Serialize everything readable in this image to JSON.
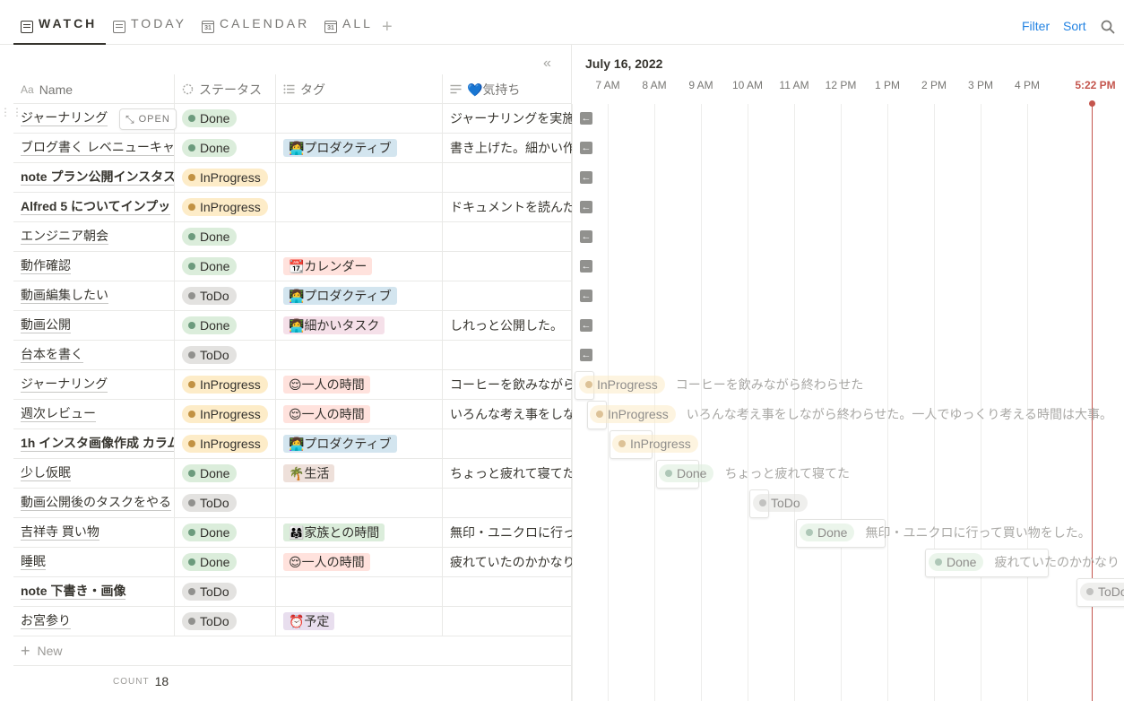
{
  "views": [
    {
      "label": "WATCH",
      "icon": "doc-icon",
      "active": true
    },
    {
      "label": "TODAY",
      "icon": "doc-icon",
      "active": false
    },
    {
      "label": "CALENDAR",
      "icon": "calendar-icon",
      "active": false
    },
    {
      "label": "ALL",
      "icon": "calendar-icon",
      "active": false
    }
  ],
  "calendar_icon_text": "31",
  "toolbar": {
    "add_view": "+",
    "filter": "Filter",
    "sort": "Sort"
  },
  "table": {
    "columns": [
      {
        "label": "Name",
        "icon": "Aa"
      },
      {
        "label": "ステータス",
        "icon": "status-icon"
      },
      {
        "label": "タグ",
        "icon": "list-icon"
      },
      {
        "label": "💙気持ち",
        "icon": "text-icon"
      }
    ],
    "open_label": "OPEN",
    "rows": [
      {
        "name": "ジャーナリング",
        "bold": false,
        "status": "Done",
        "tag": "",
        "tag_color": "",
        "feel": "ジャーナリングを実施"
      },
      {
        "name": "ブログ書く レベニューキャ",
        "bold": false,
        "status": "Done",
        "tag": "👩‍💻プロダクティブ",
        "tag_color": "blue",
        "feel": "書き上げた。細かい作"
      },
      {
        "name": "note プラン公開インスタス",
        "bold": true,
        "status": "InProgress",
        "tag": "",
        "tag_color": "",
        "feel": ""
      },
      {
        "name": "Alfred 5 についてインプッ",
        "bold": true,
        "status": "InProgress",
        "tag": "",
        "tag_color": "",
        "feel": "ドキュメントを読んだ"
      },
      {
        "name": "エンジニア朝会",
        "bold": false,
        "status": "Done",
        "tag": "",
        "tag_color": "",
        "feel": ""
      },
      {
        "name": "動作確認",
        "bold": false,
        "status": "Done",
        "tag": "📆カレンダー",
        "tag_color": "red",
        "feel": ""
      },
      {
        "name": "動画編集したい",
        "bold": false,
        "status": "ToDo",
        "tag": "👩‍💻プロダクティブ",
        "tag_color": "blue",
        "feel": ""
      },
      {
        "name": "動画公開",
        "bold": false,
        "status": "Done",
        "tag": "👩‍💻細かいタスク",
        "tag_color": "pink",
        "feel": "しれっと公開した。"
      },
      {
        "name": "台本を書く",
        "bold": false,
        "status": "ToDo",
        "tag": "",
        "tag_color": "",
        "feel": ""
      },
      {
        "name": "ジャーナリング",
        "bold": false,
        "status": "InProgress",
        "tag": "😌一人の時間",
        "tag_color": "red",
        "feel": "コーヒーを飲みながら"
      },
      {
        "name": "週次レビュー",
        "bold": false,
        "status": "InProgress",
        "tag": "😌一人の時間",
        "tag_color": "red",
        "feel": "いろんな考え事をしな"
      },
      {
        "name": "1h インスタ画像作成 カラム",
        "bold": true,
        "status": "InProgress",
        "tag": "👩‍💻プロダクティブ",
        "tag_color": "blue",
        "feel": ""
      },
      {
        "name": "少し仮眠",
        "bold": false,
        "status": "Done",
        "tag": "🌴生活",
        "tag_color": "brown",
        "feel": "ちょっと疲れて寝てた"
      },
      {
        "name": "動画公開後のタスクをやる",
        "bold": false,
        "status": "ToDo",
        "tag": "",
        "tag_color": "",
        "feel": ""
      },
      {
        "name": "吉祥寺 買い物",
        "bold": false,
        "status": "Done",
        "tag": "👨‍👩‍👧家族との時間",
        "tag_color": "green",
        "feel": "無印・ユニクロに行っ"
      },
      {
        "name": "睡眠",
        "bold": false,
        "status": "Done",
        "tag": "😌一人の時間",
        "tag_color": "red",
        "feel": "疲れていたのかかなり"
      },
      {
        "name": "note 下書き・画像",
        "bold": true,
        "status": "ToDo",
        "tag": "",
        "tag_color": "",
        "feel": ""
      },
      {
        "name": "お宮参り",
        "bold": false,
        "status": "ToDo",
        "tag": "⏰予定",
        "tag_color": "purple",
        "feel": ""
      }
    ],
    "new_label": "New",
    "count_label": "COUNT",
    "count_value": "18"
  },
  "timeline": {
    "date": "July 16, 2022",
    "hours": [
      "7 AM",
      "8 AM",
      "9 AM",
      "10 AM",
      "11 AM",
      "12 PM",
      "1 PM",
      "2 PM",
      "3 PM",
      "4 PM"
    ],
    "now_label": "5:22 PM",
    "offscreen_arrow": "←",
    "items": [
      {
        "status": "InProgress",
        "note": "コーヒーを飲みながら終わらせた"
      },
      {
        "status": "InProgress",
        "note": "いろんな考え事をしながら終わらせた。一人でゆっくり考える時間は大事。"
      },
      {
        "status": "InProgress",
        "note": ""
      },
      {
        "status": "Done",
        "note": "ちょっと疲れて寝てた"
      },
      {
        "status": "ToDo",
        "note": ""
      },
      {
        "status": "Done",
        "note": "無印・ユニクロに行って買い物をした。"
      },
      {
        "status": "Done",
        "note": "疲れていたのかかなり"
      },
      {
        "status": "ToDo",
        "note": ""
      }
    ]
  },
  "colors": {
    "accent": "#2383e2",
    "now": "#c4554d",
    "done": "#dbeddb",
    "in_progress": "#fdecc8",
    "todo": "#e3e2e0"
  }
}
